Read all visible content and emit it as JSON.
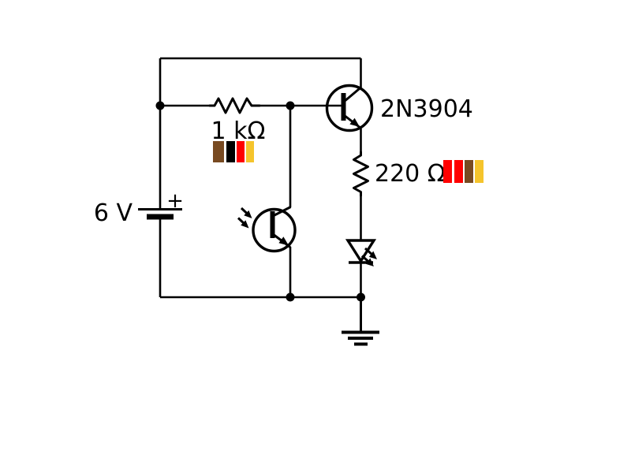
{
  "canvas": {
    "background": "#ffffff",
    "line_color": "#000000"
  },
  "battery": {
    "voltage_label": "6 V",
    "polarity": "+"
  },
  "resistor1": {
    "value_label": "1 kΩ",
    "band_names": [
      "brown",
      "black",
      "red",
      "gold"
    ],
    "band_hex": [
      "#784A21",
      "#000000",
      "#FF0000",
      "#F5C42C"
    ]
  },
  "transistor": {
    "part_label": "2N3904"
  },
  "resistor2": {
    "value_label": "220 Ω",
    "band_names": [
      "red",
      "red",
      "brown",
      "gold"
    ],
    "band_hex": [
      "#FF0000",
      "#FF0000",
      "#784A21",
      "#F5C42C"
    ]
  }
}
